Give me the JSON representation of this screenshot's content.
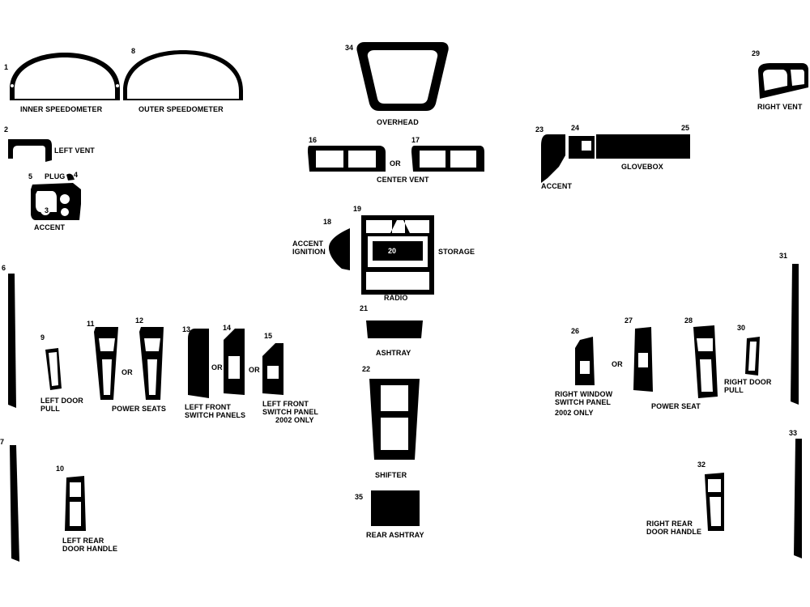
{
  "colors": {
    "piece": "#000000",
    "background": "#ffffff",
    "cutout": "#ffffff"
  },
  "labels": {
    "inner_speedometer": "INNER SPEEDOMETER",
    "outer_speedometer": "OUTER SPEEDOMETER",
    "overhead": "OVERHEAD",
    "right_vent": "RIGHT VENT",
    "left_vent": "LEFT VENT",
    "plug": "PLUG",
    "accent_left": "ACCENT",
    "or_vent": "OR",
    "center_vent": "CENTER VENT",
    "accent_right": "ACCENT",
    "glovebox": "GLOVEBOX",
    "accent_ignition_1": "ACCENT",
    "accent_ignition_2": "IGNITION",
    "storage": "STORAGE",
    "radio": "RADIO",
    "ashtray": "ASHTRAY",
    "left_door_pull_1": "LEFT DOOR",
    "left_door_pull_2": "PULL",
    "or_power_seats": "OR",
    "power_seats": "POWER SEATS",
    "or_switch_1": "OR",
    "or_switch_2": "OR",
    "left_front_switch_panels_1": "LEFT FRONT",
    "left_front_switch_panels_2": "SWITCH PANELS",
    "left_front_switch_panel_1": "LEFT FRONT",
    "left_front_switch_panel_2": "SWITCH PANEL",
    "left_front_switch_panel_3": "2002 ONLY",
    "shifter": "SHIFTER",
    "rear_ashtray": "REAR ASHTRAY",
    "left_rear_door_handle_1": "LEFT REAR",
    "left_rear_door_handle_2": "DOOR HANDLE",
    "right_window_switch_panel_1": "RIGHT WINDOW",
    "right_window_switch_panel_2": "SWITCH PANEL",
    "right_window_switch_panel_3": "2002 ONLY",
    "or_right_window": "OR",
    "power_seat": "POWER SEAT",
    "right_door_pull_1": "RIGHT DOOR",
    "right_door_pull_2": "PULL",
    "right_rear_door_handle_1": "RIGHT REAR",
    "right_rear_door_handle_2": "DOOR HANDLE"
  },
  "part_numbers": {
    "p1": "1",
    "p2": "2",
    "p3": "3",
    "p4": "4",
    "p5": "5",
    "p6": "6",
    "p7": "7",
    "p8": "8",
    "p9": "9",
    "p10": "10",
    "p11": "11",
    "p12": "12",
    "p13": "13",
    "p14": "14",
    "p15": "15",
    "p16": "16",
    "p17": "17",
    "p18": "18",
    "p19": "19",
    "p20": "20",
    "p21": "21",
    "p22": "22",
    "p23": "23",
    "p24": "24",
    "p25": "25",
    "p26": "26",
    "p27": "27",
    "p28": "28",
    "p29": "29",
    "p30": "30",
    "p31": "31",
    "p32": "32",
    "p33": "33",
    "p34": "34",
    "p35": "35"
  }
}
